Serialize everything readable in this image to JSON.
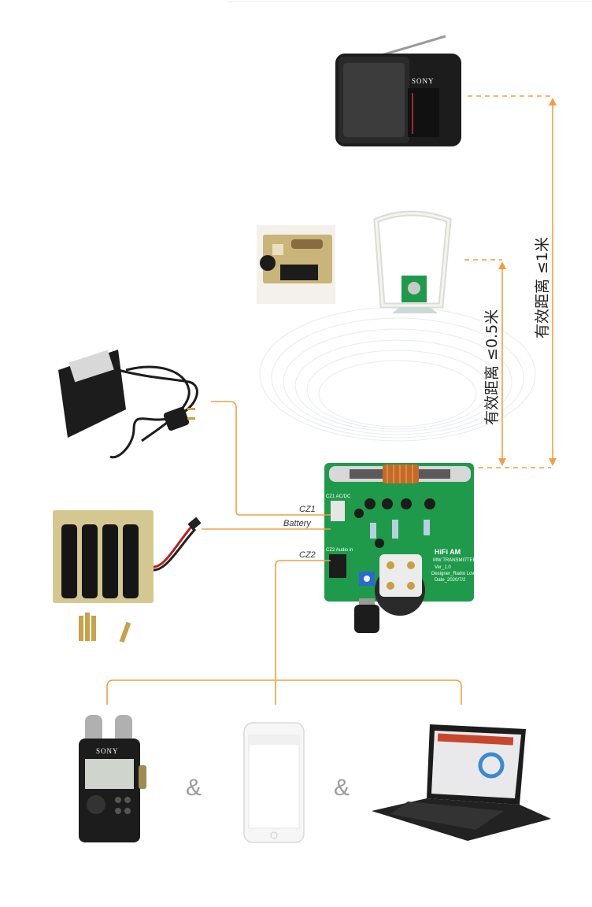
{
  "connectors": {
    "cz1": "CZ1",
    "battery": "Battery",
    "cz2": "CZ2"
  },
  "distances": {
    "near": "有效距离 ≤0.5米",
    "far": "有效距离 ≤1米"
  },
  "separators": {
    "first": "&",
    "second": "&"
  },
  "brands": {
    "radio": "SONY",
    "recorder": "SONY"
  },
  "pcb": {
    "title": "HiFi  AM",
    "subtitle": "MW TRANSMITTER",
    "version": "Ver_1.0",
    "designer": "Designer_Radio Lover",
    "date": "Date_2020/7/2",
    "cz1_silk": "CZ1 AC/DC",
    "cz2_silk": "CZ2 Audio in"
  },
  "colors": {
    "accent": "#f0a040",
    "pcb_green": "#1f9a4a",
    "device_black": "#1c1c1c"
  }
}
